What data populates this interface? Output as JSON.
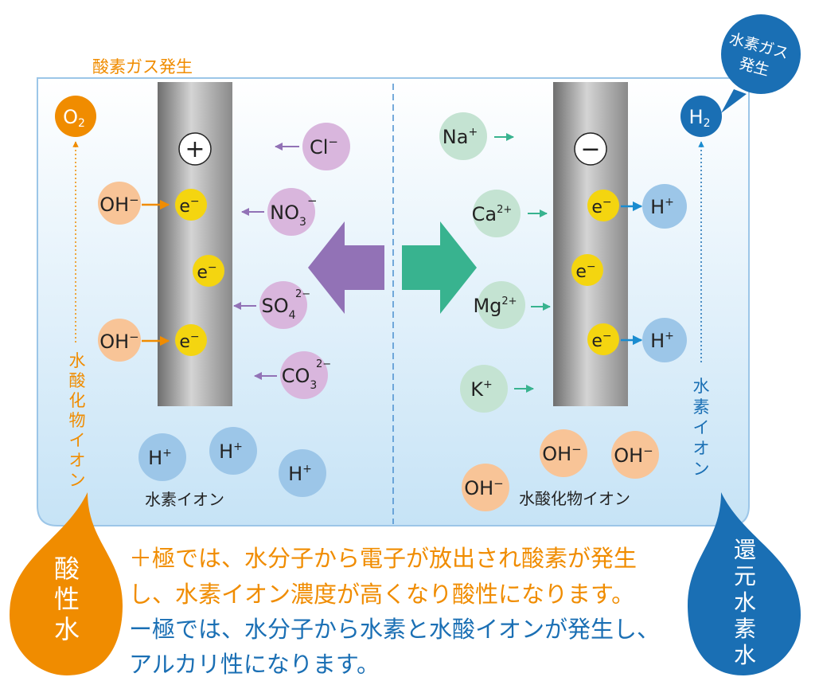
{
  "colors": {
    "orange": "#f08c00",
    "blue": "#1a6fb4",
    "purple": "#9272b6",
    "green": "#38b38f",
    "electron": "#f4d510",
    "ion_orange": "#f8c497",
    "ion_purple": "#d9b6dd",
    "ion_green": "#c4e3d2",
    "ion_blue": "#9cc6e8",
    "water_top": "#ffffff",
    "water_bottom": "#c6e3f6"
  },
  "anode": {
    "gas_label": "酸素ガス発生",
    "gas_formula": "O",
    "gas_sub": "2",
    "polarity": "+",
    "vertical_label": [
      "水",
      "酸",
      "化",
      "物",
      "イ",
      "オ",
      "ン"
    ],
    "hydroxide": {
      "base": "OH",
      "charge": "−"
    },
    "electron": {
      "base": "e",
      "charge": "−"
    },
    "anions": [
      {
        "base": "Cl",
        "sub": "",
        "sup": "−"
      },
      {
        "base": "NO",
        "sub": "3",
        "sup": "−"
      },
      {
        "base": "SO",
        "sub": "4",
        "sup": "2−"
      },
      {
        "base": "CO",
        "sub": "3",
        "sup": "2−"
      }
    ],
    "hydrogen_ion": {
      "base": "H",
      "charge": "+"
    },
    "bottom_label": "水素イオン"
  },
  "cathode": {
    "bubble_label": [
      "水素ガス",
      "発生"
    ],
    "gas_formula": "H",
    "gas_sub": "2",
    "polarity": "−",
    "vertical_label": [
      "水",
      "素",
      "イ",
      "オ",
      "ン"
    ],
    "cations": [
      {
        "base": "Na",
        "sup": "+"
      },
      {
        "base": "Ca",
        "sup": "2+"
      },
      {
        "base": "Mg",
        "sup": "2+"
      },
      {
        "base": "K",
        "sup": "+"
      }
    ],
    "electron": {
      "base": "e",
      "charge": "−"
    },
    "hydrogen_ion": {
      "base": "H",
      "charge": "+"
    },
    "hydroxide": {
      "base": "OH",
      "charge": "−"
    },
    "bottom_label": "水酸化物イオン"
  },
  "drops": {
    "left": [
      "酸",
      "性",
      "水"
    ],
    "right": [
      "還",
      "元",
      "水",
      "素",
      "水"
    ]
  },
  "description": {
    "line1": "＋極では、水分子から電子が放出され酸素が発生",
    "line2": "し、水素イオン濃度が高くなり酸性になります。",
    "line3": "ー極では、水分子から水素と水酸イオンが発生し、",
    "line4": "アルカリ性になります。"
  }
}
